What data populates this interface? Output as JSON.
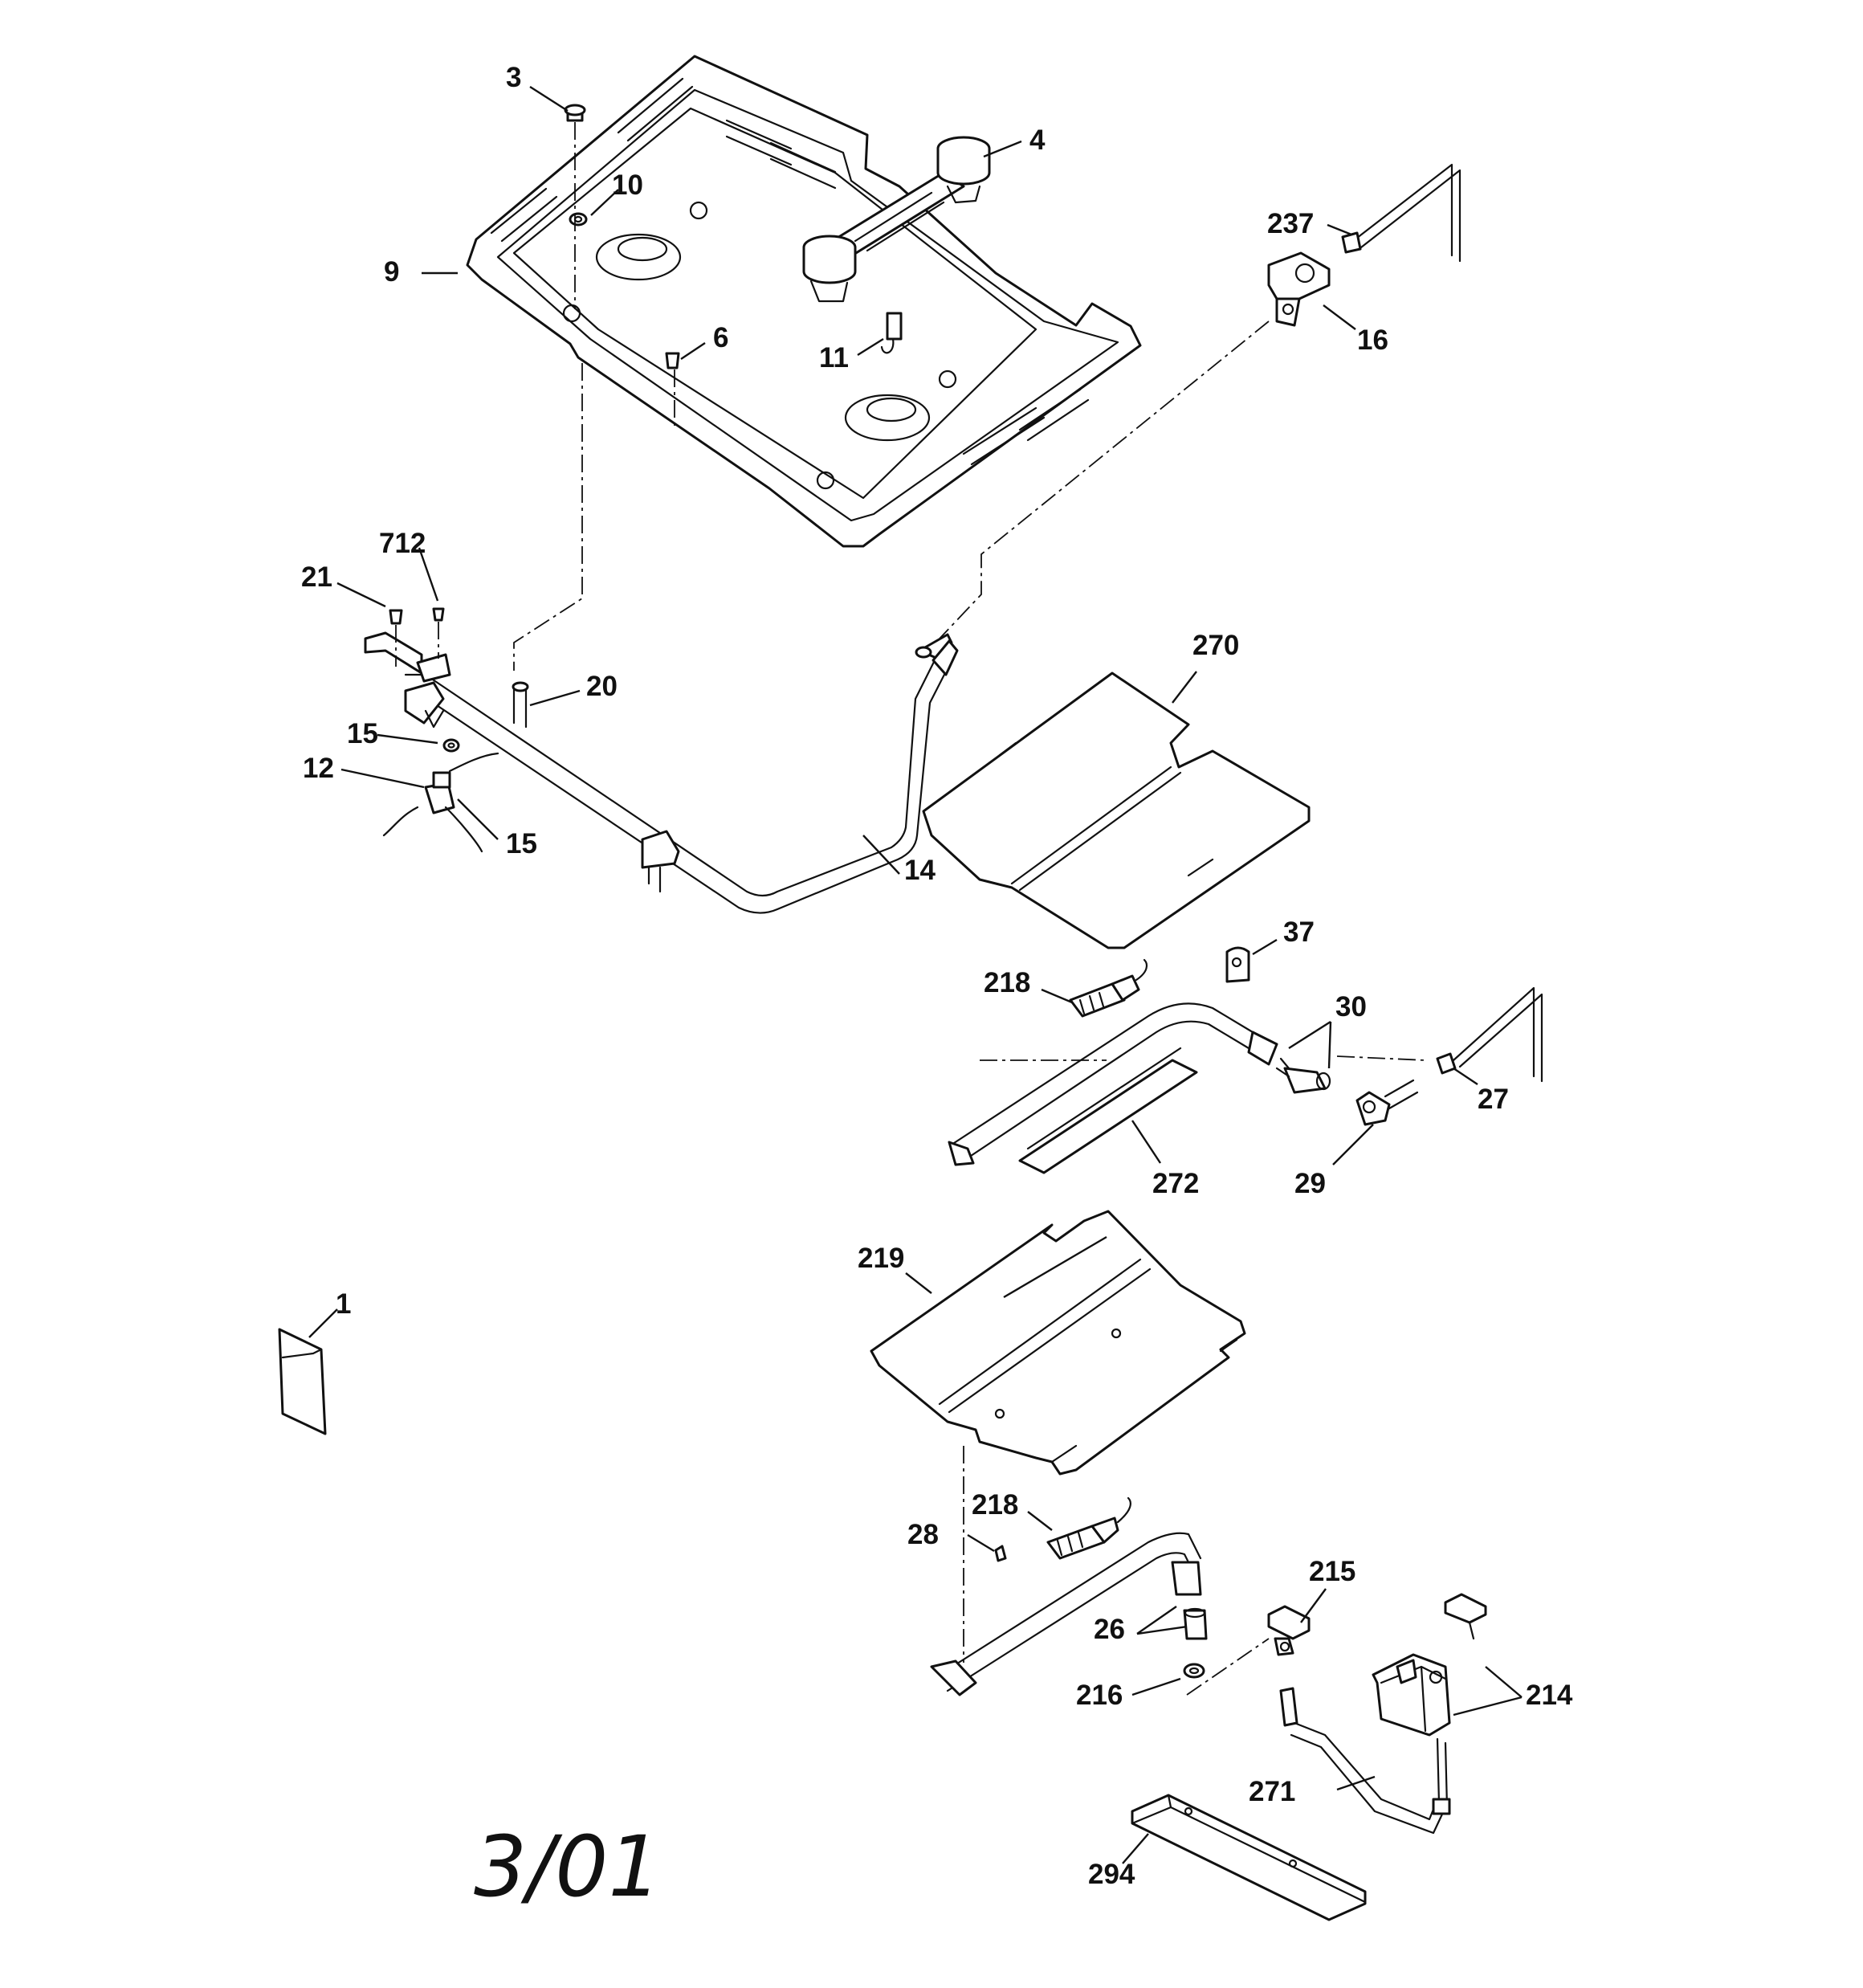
{
  "date_code": "3/01",
  "callouts": {
    "c3": "3",
    "c4": "4",
    "c10": "10",
    "c9": "9",
    "c6": "6",
    "c11": "11",
    "c237": "237",
    "c16": "16",
    "c712": "712",
    "c21": "21",
    "c20": "20",
    "c15a": "15",
    "c12": "12",
    "c15b": "15",
    "c14": "14",
    "c270": "270",
    "c37": "37",
    "c218a": "218",
    "c30": "30",
    "c27": "27",
    "c272": "272",
    "c29": "29",
    "c219": "219",
    "c1": "1",
    "c218b": "218",
    "c28": "28",
    "c215": "215",
    "c26": "26",
    "c216": "216",
    "c214": "214",
    "c271": "271",
    "c294": "294"
  }
}
